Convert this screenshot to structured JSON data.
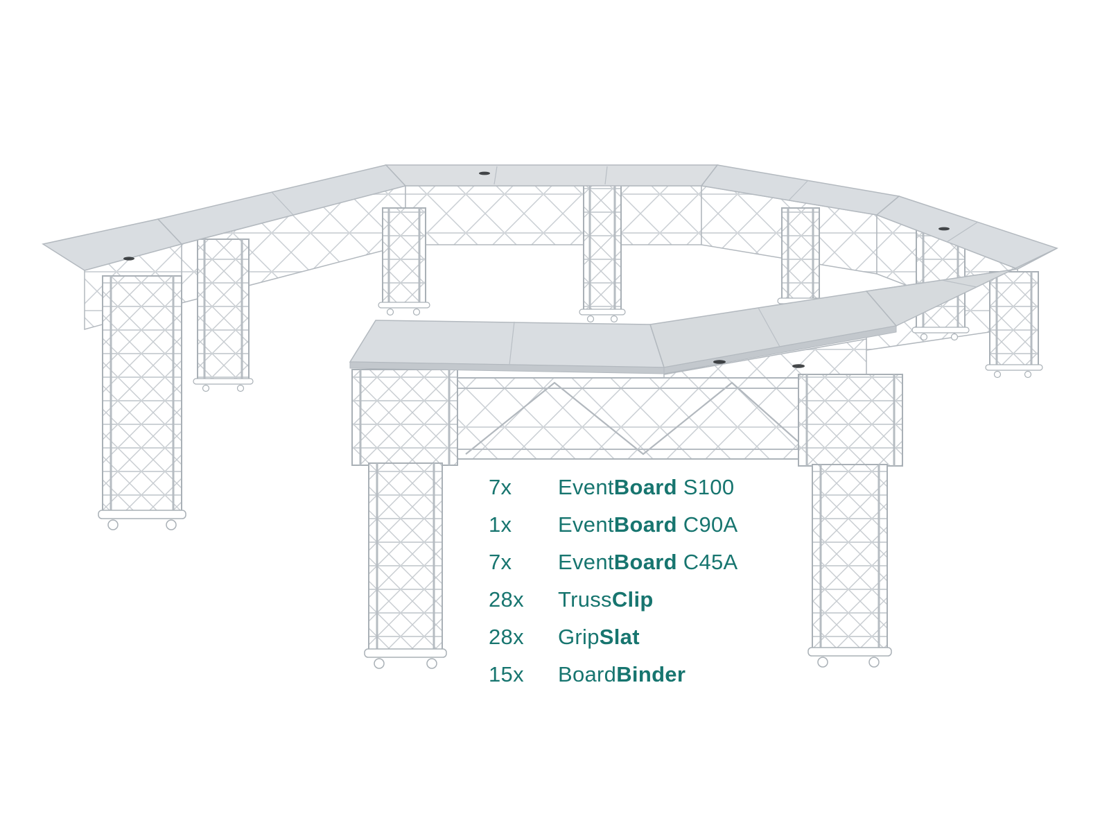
{
  "illustration": {
    "description": "Octagonal ring-shaped event counter built from white truss columns and beams with light gray board tops",
    "colors": {
      "board_top": "#d9dde1",
      "board_edge": "#c3c8cd",
      "truss_line": "#b2b8be",
      "clip_mark": "#26292c"
    }
  },
  "parts": {
    "accent_color": "#17756f",
    "items": [
      {
        "qty": "7x",
        "pre": "Event",
        "bold": "Board",
        "post": " S100"
      },
      {
        "qty": "1x",
        "pre": "Event",
        "bold": "Board",
        "post": " C90A"
      },
      {
        "qty": "7x",
        "pre": "Event",
        "bold": "Board",
        "post": " C45A"
      },
      {
        "qty": "28x",
        "pre": "Truss",
        "bold": "Clip",
        "post": ""
      },
      {
        "qty": "28x",
        "pre": "Grip",
        "bold": "Slat",
        "post": ""
      },
      {
        "qty": "15x",
        "pre": "Board",
        "bold": "Binder",
        "post": ""
      }
    ]
  }
}
